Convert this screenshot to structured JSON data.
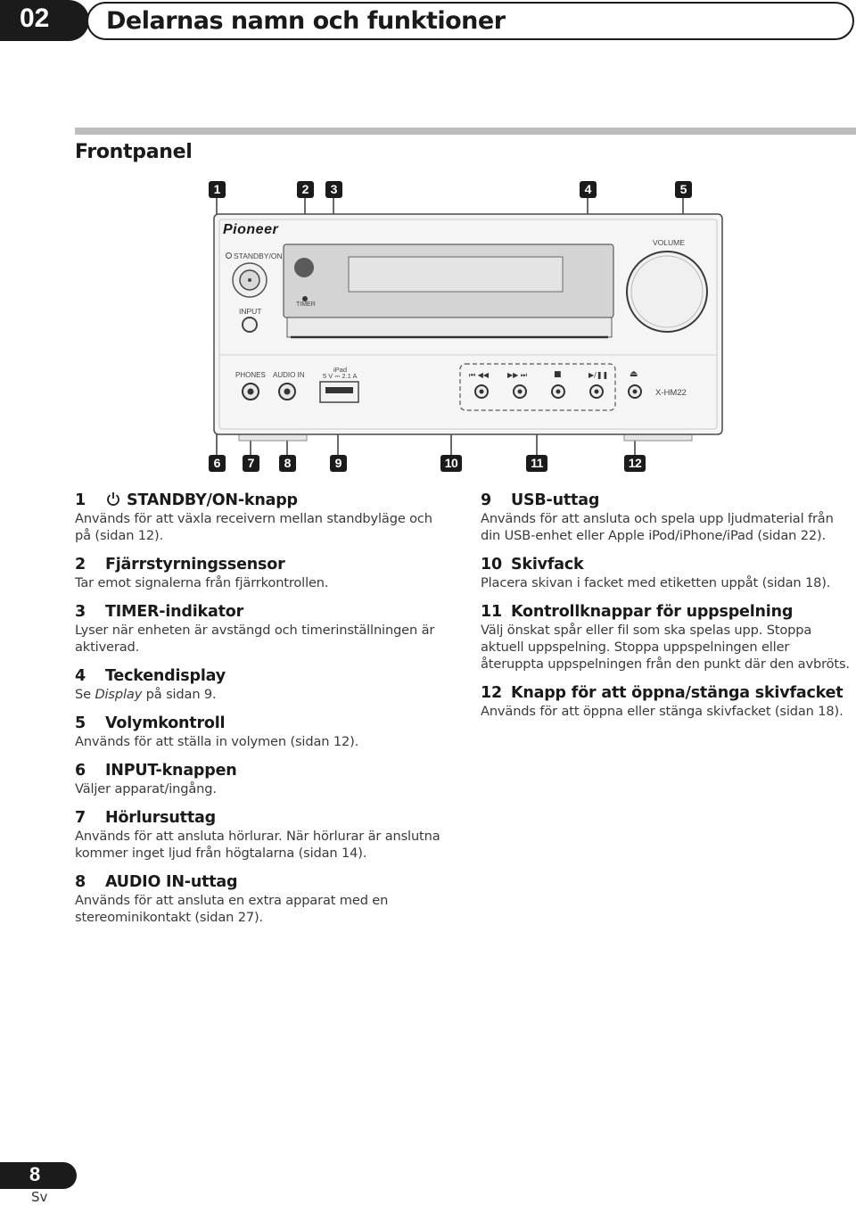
{
  "header": {
    "chapter": "02",
    "title": "Delarnas namn och funktioner"
  },
  "section": {
    "title": "Frontpanel"
  },
  "device": {
    "brand": "Pioneer",
    "model": "X-HM22",
    "labels": {
      "standby": "STANDBY/ON",
      "input": "INPUT",
      "timer": "TIMER",
      "volume": "VOLUME",
      "phones": "PHONES",
      "audio_in": "AUDIO IN",
      "ipad": "iPad",
      "usb_rating": "5 V ⎓ 2.1 A"
    },
    "transport_symbols": [
      "⏮ ◀◀",
      "▶▶ ⏭",
      "■",
      "▶/❚❚",
      "⏏"
    ]
  },
  "callouts": [
    "1",
    "2",
    "3",
    "4",
    "5",
    "6",
    "7",
    "8",
    "9",
    "10",
    "11",
    "12"
  ],
  "items_left": [
    {
      "num": "1",
      "title": "STANDBY/ON-knapp",
      "text": "Används för att växla receivern mellan standbyläge och på (sidan 12).",
      "power_icon": true
    },
    {
      "num": "2",
      "title": "Fjärrstyrningssensor",
      "text": "Tar emot signalerna från fjärrkontrollen."
    },
    {
      "num": "3",
      "title": "TIMER-indikator",
      "text": "Lyser när enheten är avstängd och timerinställningen är aktiverad."
    },
    {
      "num": "4",
      "title": "Teckendisplay",
      "text_pre": "Se ",
      "text_em": "Display",
      "text_post": " på sidan 9."
    },
    {
      "num": "5",
      "title": "Volymkontroll",
      "text": "Används för att ställa in volymen (sidan 12)."
    },
    {
      "num": "6",
      "title": "INPUT-knappen",
      "text": "Väljer apparat/ingång."
    },
    {
      "num": "7",
      "title": "Hörlursuttag",
      "text": "Används för att ansluta hörlurar. När hörlurar är anslutna kommer inget ljud från högtalarna (sidan 14)."
    },
    {
      "num": "8",
      "title": "AUDIO IN-uttag",
      "text": "Används för att ansluta en extra apparat med en stereominikontakt (sidan 27)."
    }
  ],
  "items_right": [
    {
      "num": "9",
      "title": "USB-uttag",
      "text": "Används för att ansluta och spela upp ljudmaterial från din USB-enhet eller Apple iPod/iPhone/iPad (sidan 22)."
    },
    {
      "num": "10",
      "title": "Skivfack",
      "text": "Placera skivan i facket med etiketten uppåt (sidan 18)."
    },
    {
      "num": "11",
      "title": "Kontrollknappar för uppspelning",
      "text": "Välj önskat spår eller fil som ska spelas upp. Stoppa aktuell uppspelning. Stoppa uppspelningen eller återuppta uppspelningen från den punkt där den avbröts."
    },
    {
      "num": "12",
      "title": "Knapp för att öppna/stänga skivfacket",
      "text": "Används för att öppna eller stänga skivfacket (sidan 18)."
    }
  ],
  "footer": {
    "page": "8",
    "lang": "Sv"
  }
}
